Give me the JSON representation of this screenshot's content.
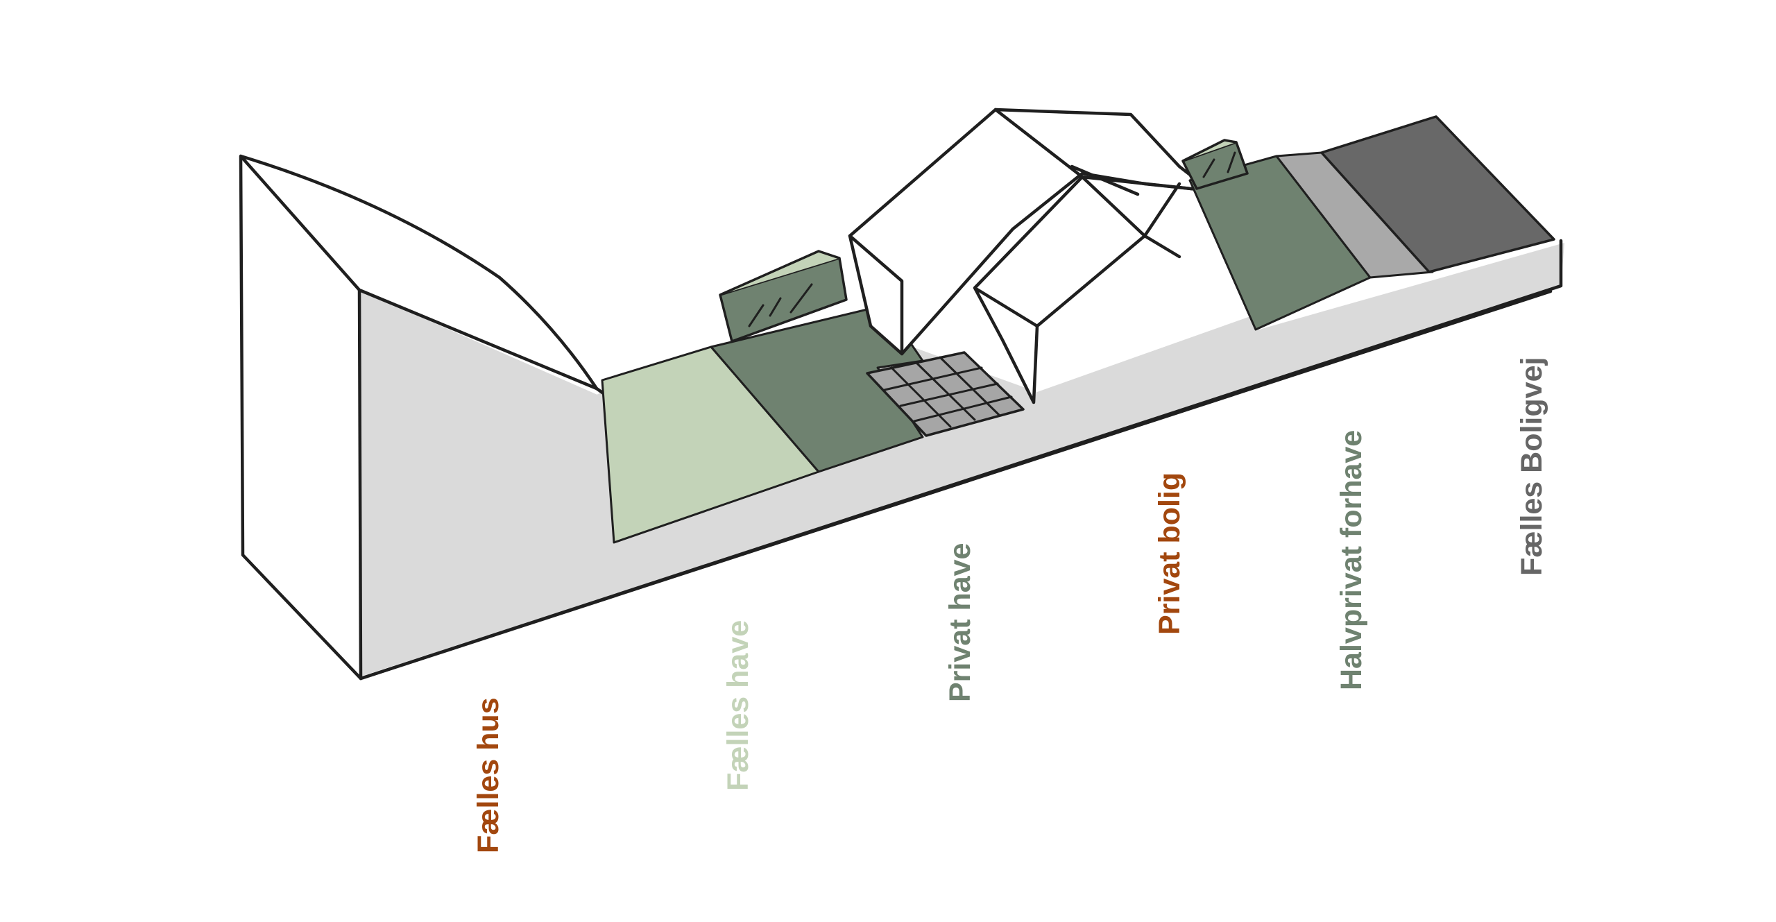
{
  "colors": {
    "background": "#ffffff",
    "base": "#dadada",
    "faelles_have": "#c3d3b8",
    "privat_have": "#6f8270",
    "terrace": "#a6a6a6",
    "halvprivat_forhave": "#6f8270",
    "sidewalk": "#a9a9a9",
    "road": "#686868",
    "label_orange": "#a2470e",
    "label_light_green": "#c3d3b8",
    "label_green": "#6f8270",
    "label_grey": "#666666"
  },
  "labels": {
    "faelles_hus": "Fælles hus",
    "faelles_have": "Fælles have",
    "privat_have": "Privat have",
    "privat_bolig": "Privat bolig",
    "halvprivat_forhave": "Halvprivat forhave",
    "faelles_boligvej": "Fælles Boligvej"
  }
}
